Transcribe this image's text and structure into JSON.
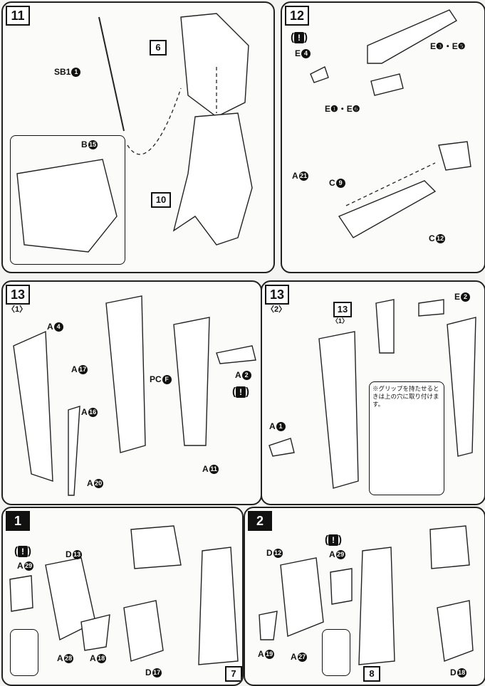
{
  "steps": {
    "s11": {
      "num": "11",
      "labels": {
        "sb1": "SB1",
        "b15": "B",
        "box6": "6",
        "box10": "10"
      },
      "circ": {
        "sb1": "1",
        "b15": "15"
      }
    },
    "s12": {
      "num": "12",
      "labels": {
        "e4": "E",
        "e3e5": "E❸・E❺",
        "e1e6": "E❶・E❻",
        "a21": "A",
        "c9": "C",
        "c12": "C"
      },
      "circ": {
        "e4": "4",
        "a21": "21",
        "c9": "9",
        "c12": "12"
      },
      "warn": "!"
    },
    "s13a": {
      "num": "13",
      "sub": "〈1〉",
      "labels": {
        "a4": "A",
        "a17": "A",
        "a16": "A",
        "a20": "A",
        "pcf": "PC",
        "a2": "A",
        "a11": "A"
      },
      "circ": {
        "a4": "4",
        "a17": "17",
        "a16": "16",
        "a20": "20",
        "pcf": "F",
        "a2": "2",
        "a11": "11"
      },
      "warn": "!"
    },
    "s13b": {
      "num": "13",
      "sub": "〈2〉",
      "ref": "13",
      "ref_sub": "〈1〉",
      "labels": {
        "a1": "A",
        "e2": "E"
      },
      "circ": {
        "a1": "1",
        "e2": "2"
      },
      "note": "※グリップを持たせるときは上の穴に取り付けます。"
    },
    "s1": {
      "num": "1",
      "labels": {
        "a29": "A",
        "d13": "D",
        "a28": "A",
        "a18": "A",
        "d17": "D",
        "box7": "7"
      },
      "circ": {
        "a29": "29",
        "d13": "13",
        "a28": "28",
        "a18": "18",
        "d17": "17"
      },
      "warn": "!"
    },
    "s2": {
      "num": "2",
      "labels": {
        "d12": "D",
        "a29": "A",
        "a19": "A",
        "a27": "A",
        "d18": "D",
        "box8": "8"
      },
      "circ": {
        "d12": "12",
        "a29": "29",
        "a19": "19",
        "a27": "27",
        "d18": "18"
      },
      "warn": "!"
    }
  }
}
